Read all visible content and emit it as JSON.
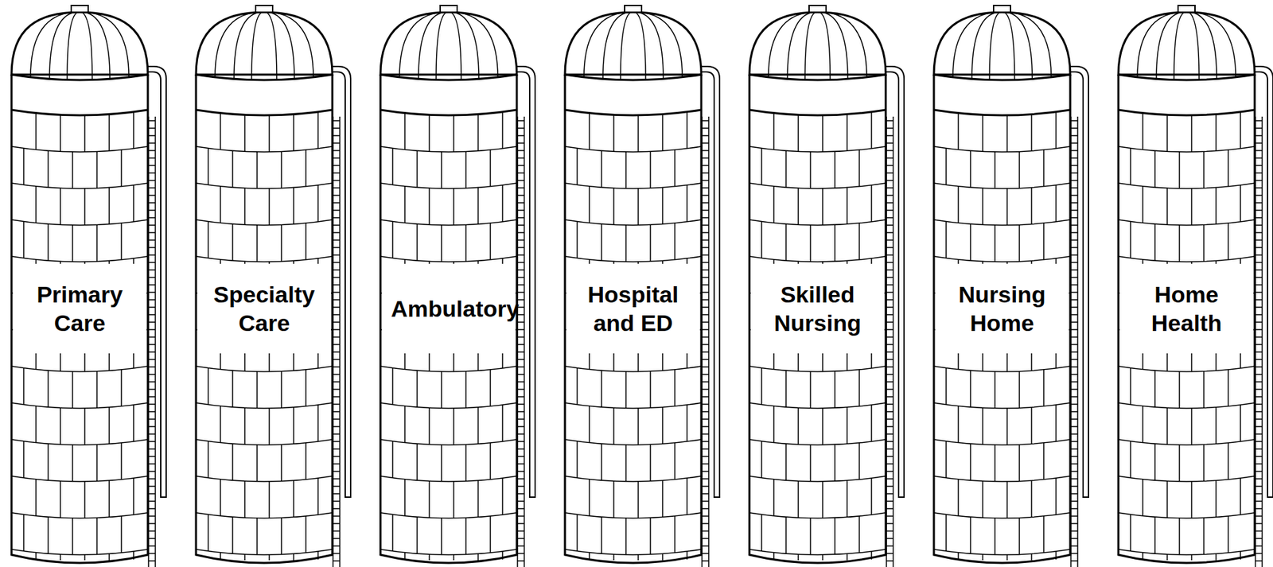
{
  "diagram": {
    "nodes": [
      {
        "text": [
          "Primary Care"
        ]
      },
      {
        "text": [
          "Specialty Care"
        ]
      },
      {
        "text": [
          "Ambulatory"
        ]
      },
      {
        "text": [
          "Hospital and ED"
        ]
      },
      {
        "text": [
          "Skilled Nursing"
        ]
      },
      {
        "text": [
          "Nursing Home"
        ]
      },
      {
        "text": [
          "Home Health"
        ]
      }
    ]
  }
}
